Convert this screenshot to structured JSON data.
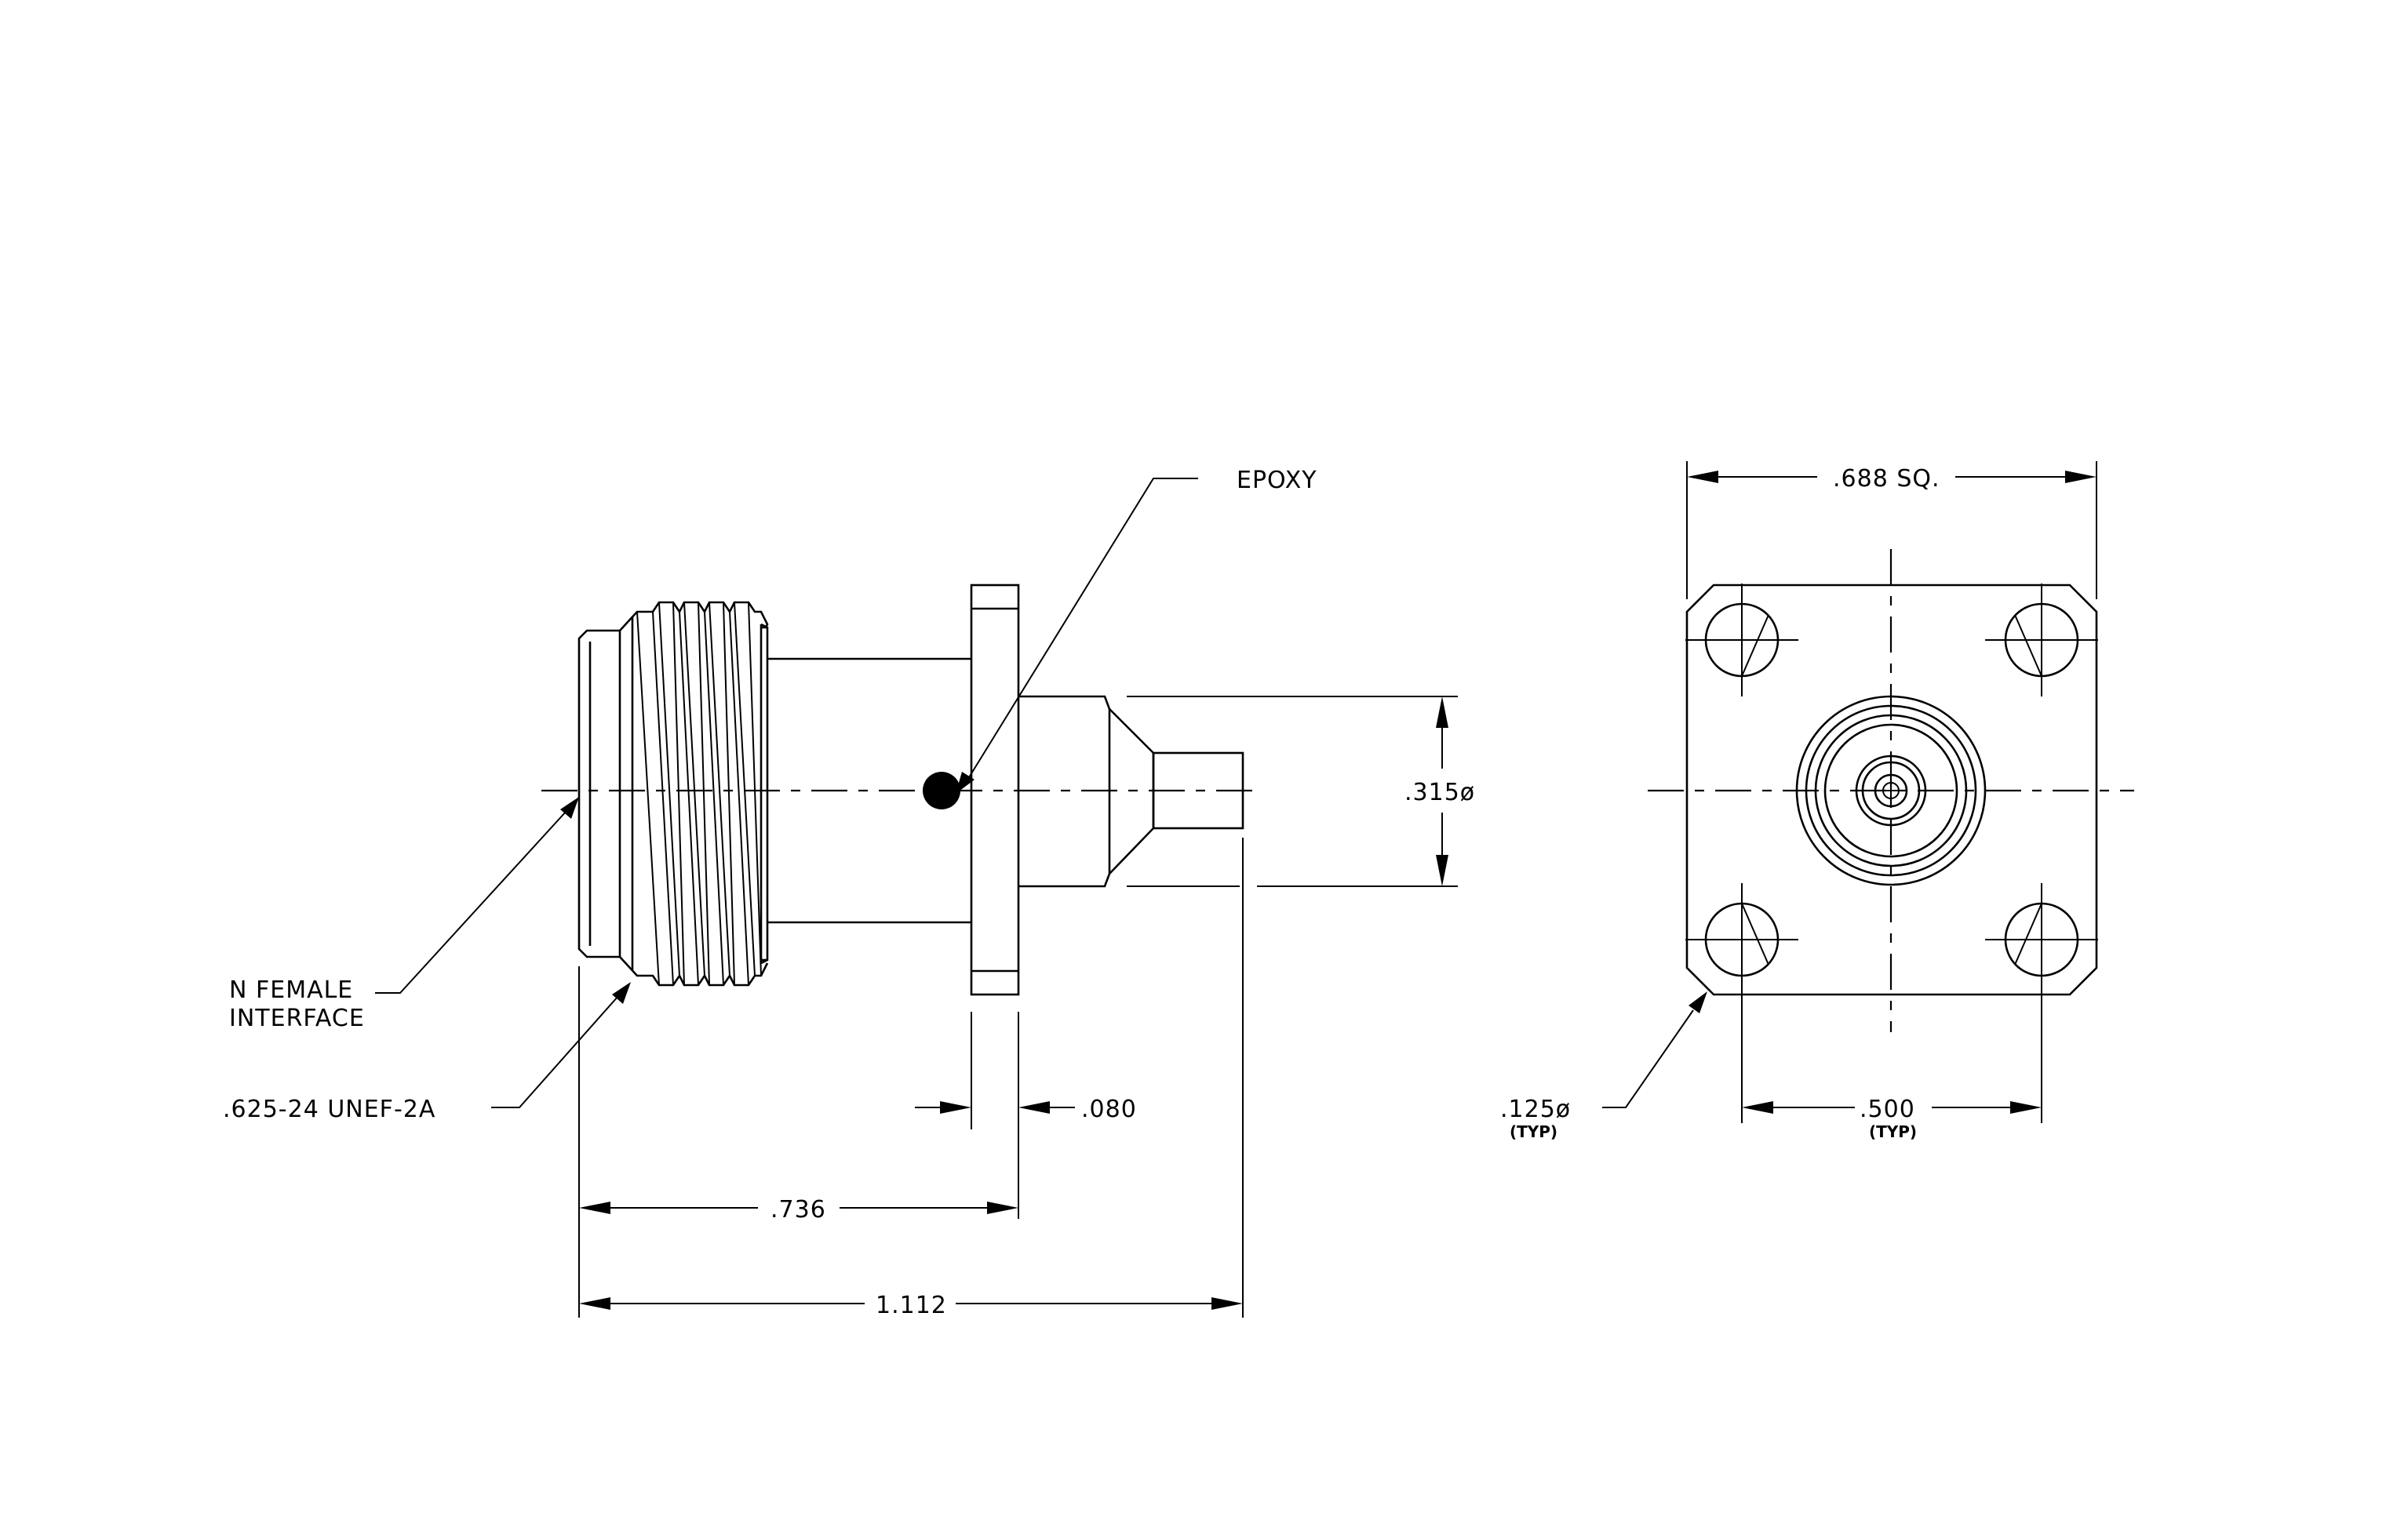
{
  "drawing": {
    "labels": {
      "epoxy": "EPOXY",
      "n_female_line1": "N FEMALE",
      "n_female_line2": "INTERFACE",
      "thread": ".625-24 UNEF-2A",
      "dia_315": ".315ø",
      "dim_080": ".080",
      "dim_736": ".736",
      "dim_1112": "1.112",
      "dim_688": ".688 SQ.",
      "dim_125": ".125ø",
      "typ_125": "(TYP)",
      "dim_500": ".500",
      "typ_500": "(TYP)"
    }
  }
}
